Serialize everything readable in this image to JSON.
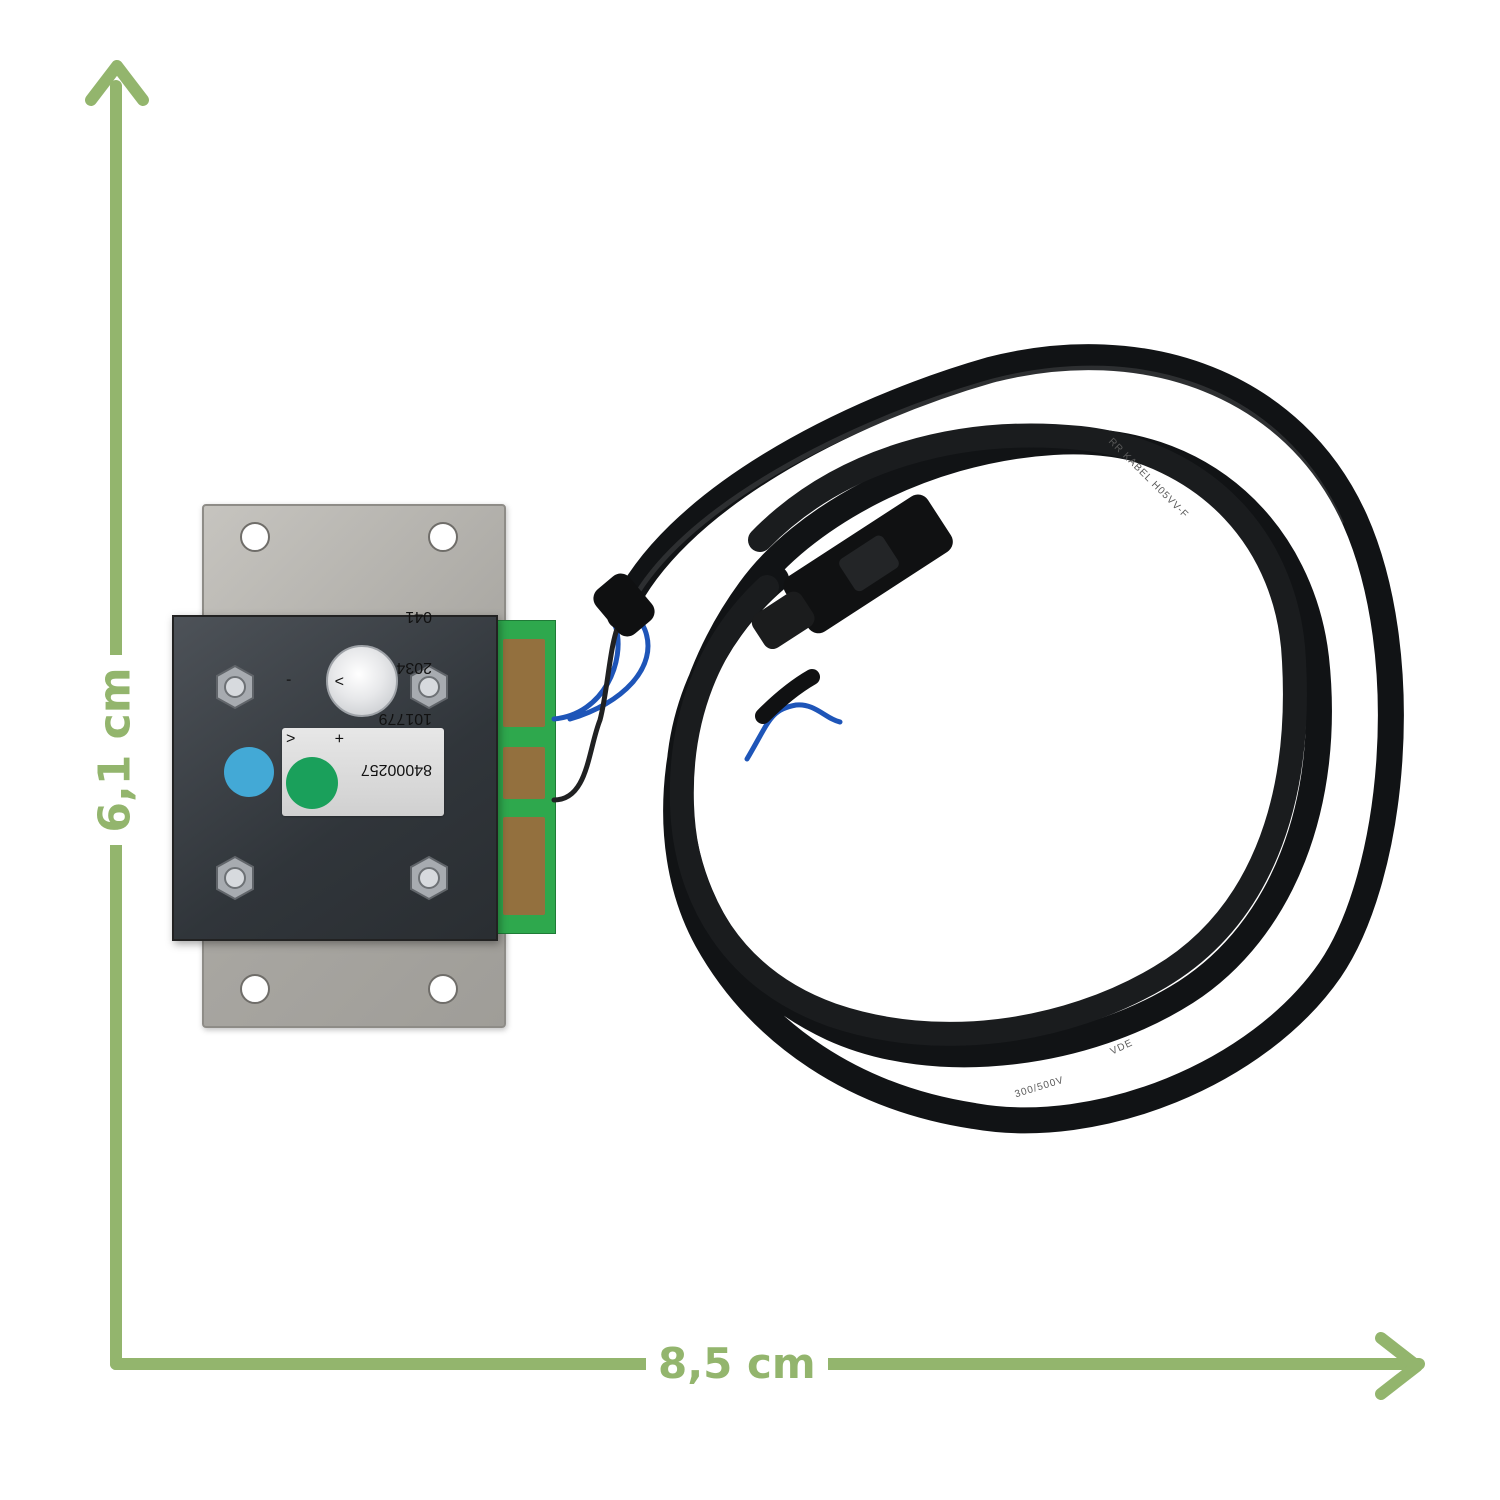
{
  "dimensions": {
    "height_label": "6,1 cm",
    "width_label": "8,5 cm"
  },
  "sticker": {
    "line1": "84000257",
    "line2": "101779",
    "line3": "2034",
    "line4": "041",
    "polarity1": "+",
    "polarity2": "<",
    "polarity3": ">",
    "polarity4": "-"
  },
  "cable_print": {
    "text1": "RR KABEL H05VV-F",
    "text2": "VDE",
    "text3": "300/500V"
  },
  "colors": {
    "accent": "#93b56d",
    "blue_dot": "#43a9d6",
    "green_dot": "#1aa05b",
    "cable": "#141617"
  },
  "icons": {
    "up_arrow": "up-arrow-icon",
    "right_arrow": "right-arrow-icon"
  }
}
